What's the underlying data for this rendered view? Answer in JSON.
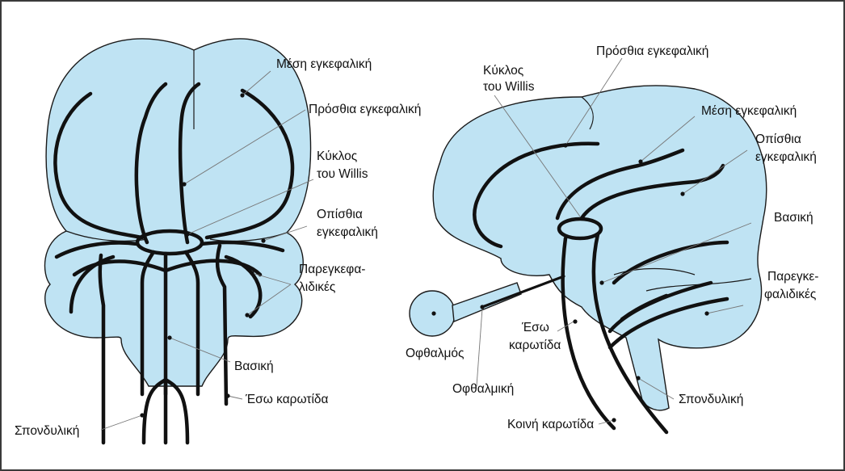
{
  "front_view": {
    "middle_cerebral": "Μέση εγκεφαλική",
    "anterior_cerebral": "Πρόσθια εγκεφαλική",
    "circle_willis_1": "Κύκλος",
    "circle_willis_2": "του Willis",
    "posterior_cerebral_1": "Οπίσθια",
    "posterior_cerebral_2": "εγκεφαλική",
    "cerebellar_1": "Παρεγκεφα-",
    "cerebellar_2": "λιδικές",
    "basilar": "Βασική",
    "internal_carotid": "Έσω καρωτίδα",
    "vertebral": "Σπονδυλική"
  },
  "side_view": {
    "anterior_cerebral": "Πρόσθια εγκεφαλική",
    "circle_willis_1": "Κύκλος",
    "circle_willis_2": "του Willis",
    "middle_cerebral": "Μέση εγκεφαλική",
    "posterior_cerebral_1": "Οπίσθια",
    "posterior_cerebral_2": "εγκεφαλική",
    "basilar": "Βασική",
    "cerebellar_1": "Παρεγκε-",
    "cerebellar_2": "φαλιδικές",
    "eye": "Οφθαλμός",
    "internal_carotid_1": "Έσω",
    "internal_carotid_2": "καρωτίδα",
    "ophthalmic": "Οφθαλμική",
    "vertebral": "Σπονδυλική",
    "common_carotid": "Κοινή καρωτίδα"
  }
}
